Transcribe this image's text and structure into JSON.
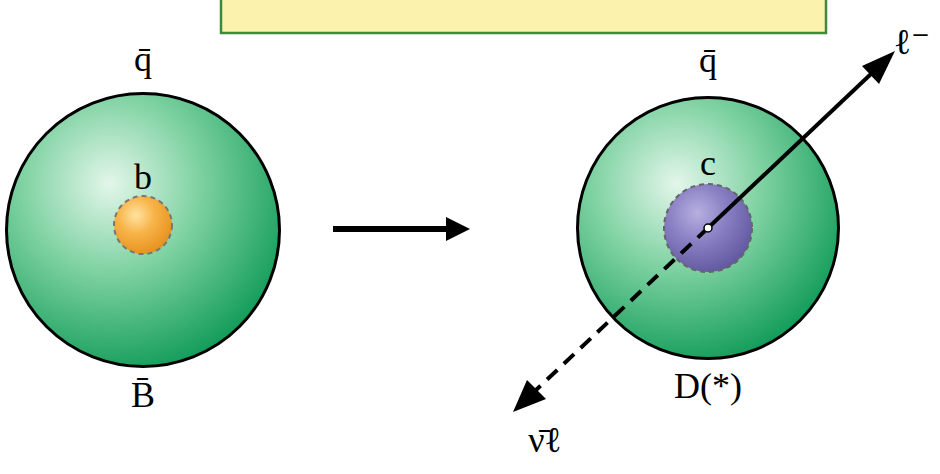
{
  "diagram": {
    "nodes": [
      {
        "text": [
          "q̄",
          "B̄"
        ]
      },
      {
        "text": [
          "b"
        ],
        "in": 0
      },
      {
        "text": [
          "q̄",
          "D(*)"
        ]
      },
      {
        "text": [
          "c"
        ],
        "in": 2
      }
    ],
    "edges": [
      {
        "from": 0,
        "to": 2,
        "arrow": "to"
      }
    ],
    "labels": [
      "ℓ⁻",
      "ν̄ℓ"
    ]
  }
}
